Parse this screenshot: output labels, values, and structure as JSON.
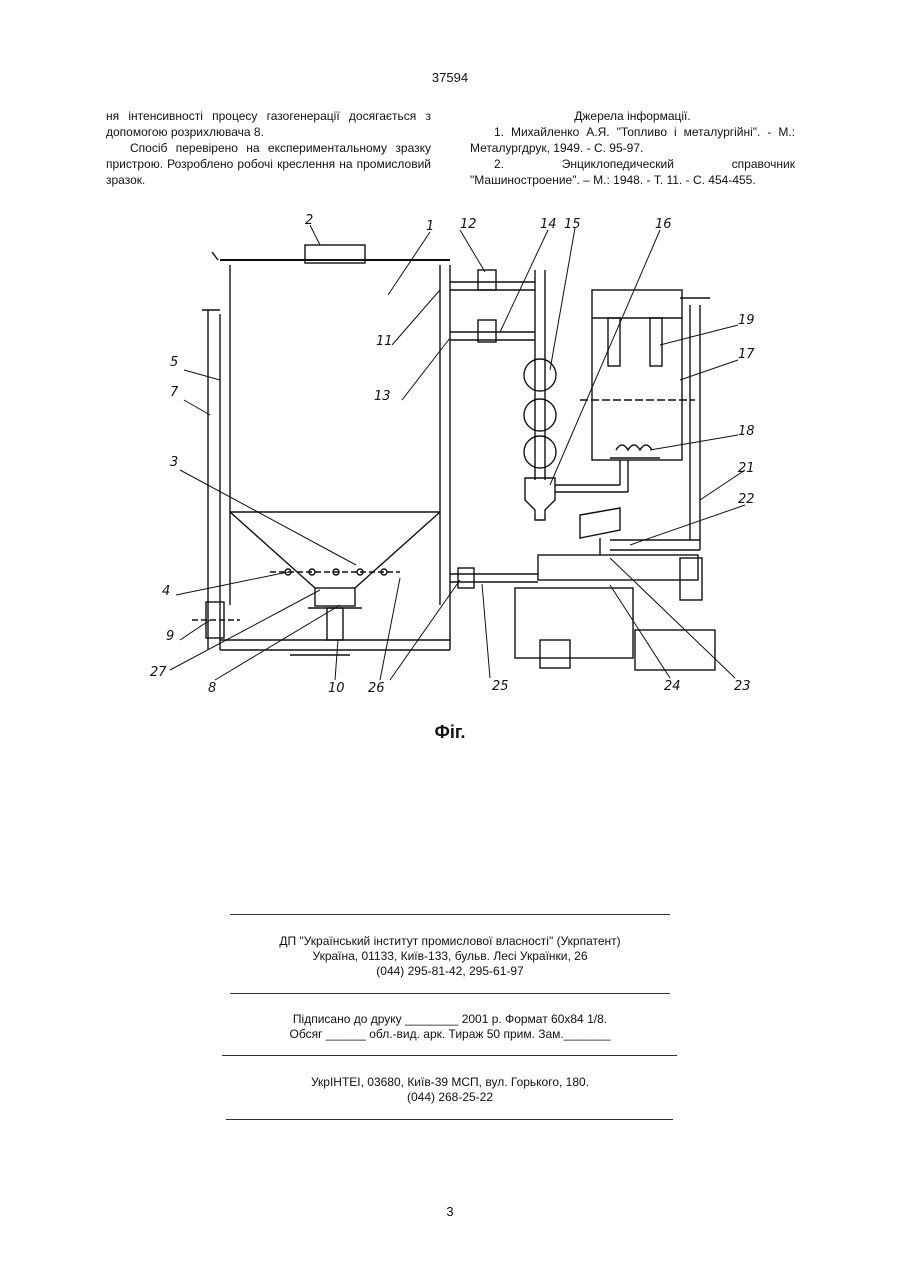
{
  "page": {
    "patent_number": "37594",
    "page_number": "3"
  },
  "left_column": {
    "p1": "ня інтенсивності процесу газогенерації досягається з допомогою розрихлювача 8.",
    "p2": "Спосіб перевірено на експериментальному зразку пристрою. Розроблено робочі креслення на промисловий зразок."
  },
  "right_column": {
    "heading": "Джерела інформації.",
    "ref1": "1. Михайленко А.Я. \"Топливо і металургійні\". - М.: Металургдрук, 1949. - С. 95-97.",
    "ref2": "2. Энциклопедический справочник \"Машиностроение\". – М.: 1948. - Т. 11. - С. 454-455."
  },
  "figure": {
    "caption": "Фіг.",
    "labels": [
      "1",
      "2",
      "3",
      "4",
      "5",
      "7",
      "8",
      "9",
      "10",
      "11",
      "12",
      "13",
      "14",
      "15",
      "16",
      "17",
      "18",
      "19",
      "21",
      "22",
      "23",
      "24",
      "25",
      "26",
      "27"
    ]
  },
  "imprint": {
    "org_line1": "ДП \"Український інститут промислової власності\" (Укрпатент)",
    "org_line2": "Україна, 01133, Київ-133, бульв. Лесі Українки, 26",
    "org_line3": "(044) 295-81-42, 295-61-97",
    "print_line1": "Підписано до друку ________ 2001 р.    Формат 60х84 1/8.",
    "print_line2": "Обсяг ______ обл.-вид. арк.   Тираж 50 прим.    Зам._______",
    "printer_line1": "УкрІНТЕІ, 03680, Київ-39 МСП, вул. Горького, 180.",
    "printer_line2": "(044) 268-25-22"
  }
}
